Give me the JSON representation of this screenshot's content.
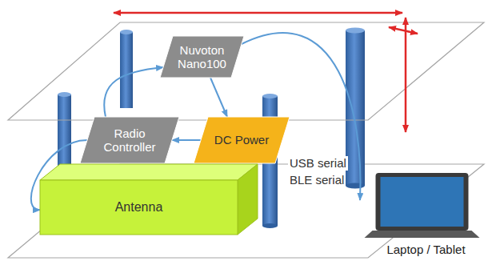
{
  "diagram": {
    "nodes": [
      {
        "text": [
          "Nuvoton Nano100"
        ]
      },
      {
        "text": [
          "Radio Controller"
        ]
      },
      {
        "text": [
          "DC Power"
        ]
      },
      {
        "text": [
          "Antenna"
        ]
      },
      {
        "text": [
          "Laptop / Tablet"
        ]
      }
    ],
    "edges": [
      {
        "from": 1,
        "to": 0,
        "arrow": "to"
      },
      {
        "from": 0,
        "to": 2,
        "arrow": "to"
      },
      {
        "from": 2,
        "to": 1,
        "arrow": "to"
      },
      {
        "from": 1,
        "to": 3,
        "arrow": "to"
      },
      {
        "from": 0,
        "to": 4,
        "arrow": "to"
      }
    ],
    "labels": [
      "USB serial",
      "BLE serial"
    ]
  }
}
